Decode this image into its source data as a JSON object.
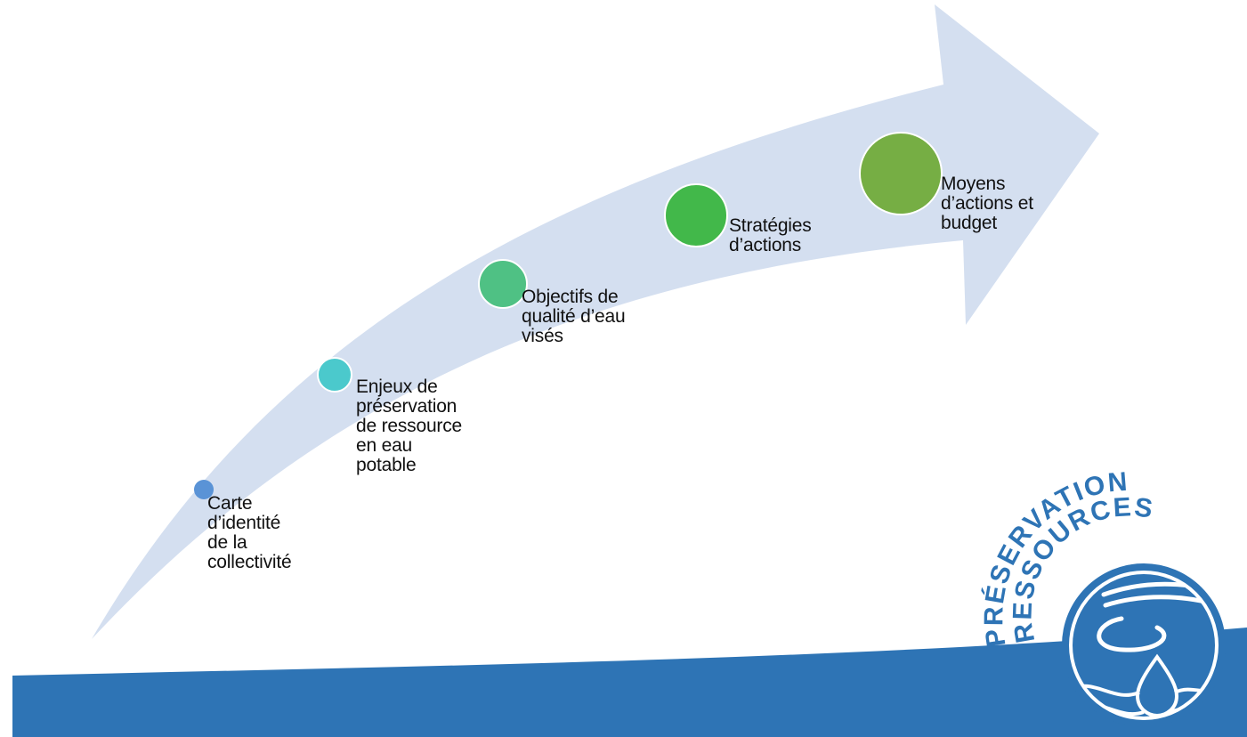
{
  "steps": [
    {
      "lines": [
        "Carte",
        "d’identité",
        "de la",
        "collectivité"
      ],
      "color": "#5a93d6"
    },
    {
      "lines": [
        "Enjeux de",
        "préservation",
        "de ressource",
        "en eau",
        "potable"
      ],
      "color": "#4bc9cc"
    },
    {
      "lines": [
        "Objectifs de",
        "qualité d’eau",
        "visés"
      ],
      "color": "#4fc184"
    },
    {
      "lines": [
        "Stratégies",
        "d’actions"
      ],
      "color": "#42b84a"
    },
    {
      "lines": [
        "Moyens",
        "d’actions et",
        "budget"
      ],
      "color": "#76ae44"
    }
  ],
  "logo": {
    "line1": "PRÉSERVATION",
    "line2": "RESSOURCES",
    "color": "#2e74b5"
  },
  "colors": {
    "arrow": "#d4dff0",
    "bottom_band": "#2e74b5"
  }
}
